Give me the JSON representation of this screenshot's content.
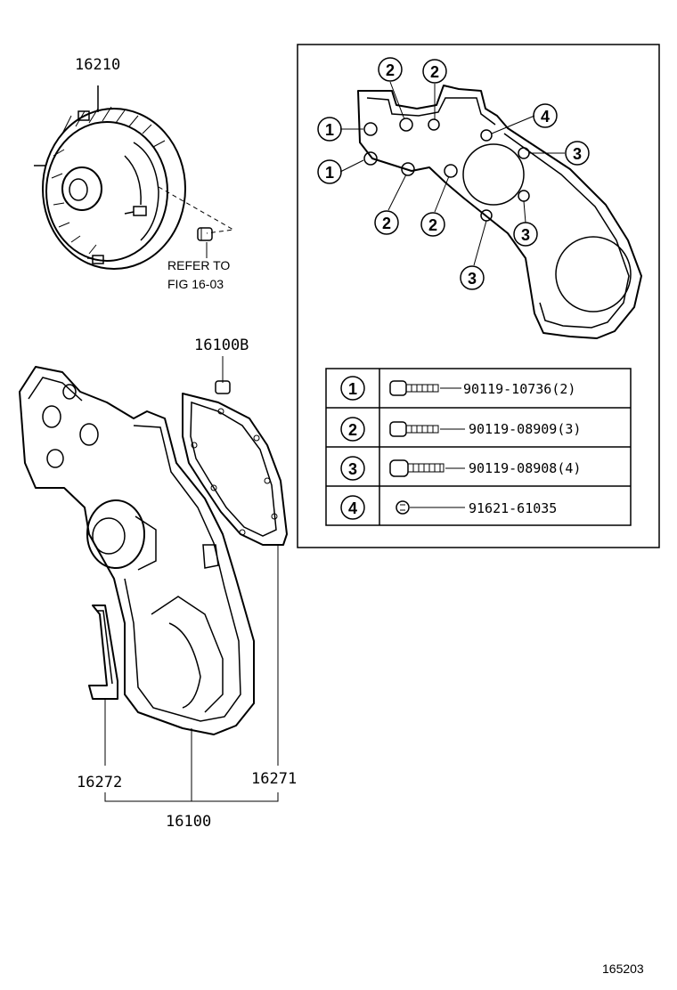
{
  "diagram": {
    "part_labels": {
      "p16210": "16210",
      "p16100b": "16100B",
      "p16272": "16272",
      "p16271": "16271",
      "p16100": "16100"
    },
    "refer_note": {
      "line1": "REFER TO",
      "line2": "FIG 16-03"
    },
    "callouts": {
      "c1": "1",
      "c2": "2",
      "c3": "3",
      "c4": "4"
    },
    "legend": [
      {
        "key": "1",
        "part_no": "90119-10736(2)"
      },
      {
        "key": "2",
        "part_no": "90119-08909(3)"
      },
      {
        "key": "3",
        "part_no": "90119-08908(4)"
      },
      {
        "key": "4",
        "part_no": "91621-61035"
      }
    ],
    "figure_id": "165203"
  }
}
